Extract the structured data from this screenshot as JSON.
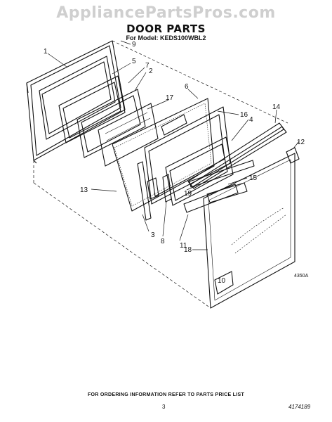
{
  "watermark": "AppliancePartsPros.com",
  "title": "DOOR PARTS",
  "subtitle": "For Model: KEDS100WBL2",
  "callouts": [
    "1",
    "9",
    "5",
    "7",
    "2",
    "17",
    "6",
    "16",
    "14",
    "4",
    "12",
    "15",
    "19",
    "13",
    "3",
    "8",
    "11",
    "18",
    "10"
  ],
  "figure_code": "4350A",
  "footer": "FOR ORDERING INFORMATION REFER TO PARTS PRICE LIST",
  "page_number": "3",
  "doc_number": "4174189"
}
